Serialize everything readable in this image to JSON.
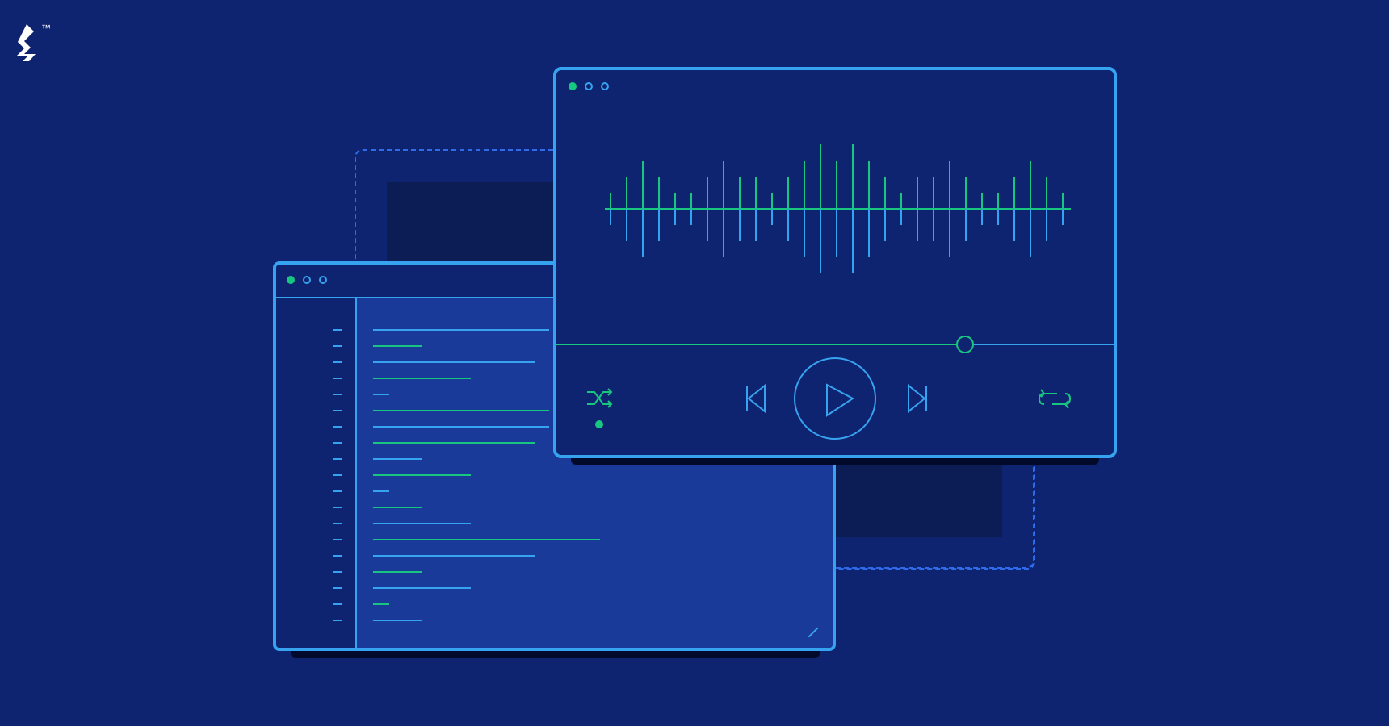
{
  "brand": {
    "logo_icon": "toptal-logo-icon",
    "trademark": "™"
  },
  "colors": {
    "background": "#0f2470",
    "accent_blue": "#36a3f0",
    "accent_green": "#18c77f",
    "code_bg": "#1a3a9a"
  },
  "editor": {
    "window_dots": [
      "active",
      "inactive",
      "inactive"
    ],
    "line_count": 19
  },
  "player": {
    "window_dots": [
      "active",
      "inactive",
      "inactive"
    ],
    "progress": 0.73,
    "shuffle_active": true,
    "controls": {
      "shuffle_icon": "shuffle-icon",
      "prev_icon": "skip-back-icon",
      "play_icon": "play-icon",
      "next_icon": "skip-forward-icon",
      "repeat_icon": "repeat-icon"
    }
  }
}
